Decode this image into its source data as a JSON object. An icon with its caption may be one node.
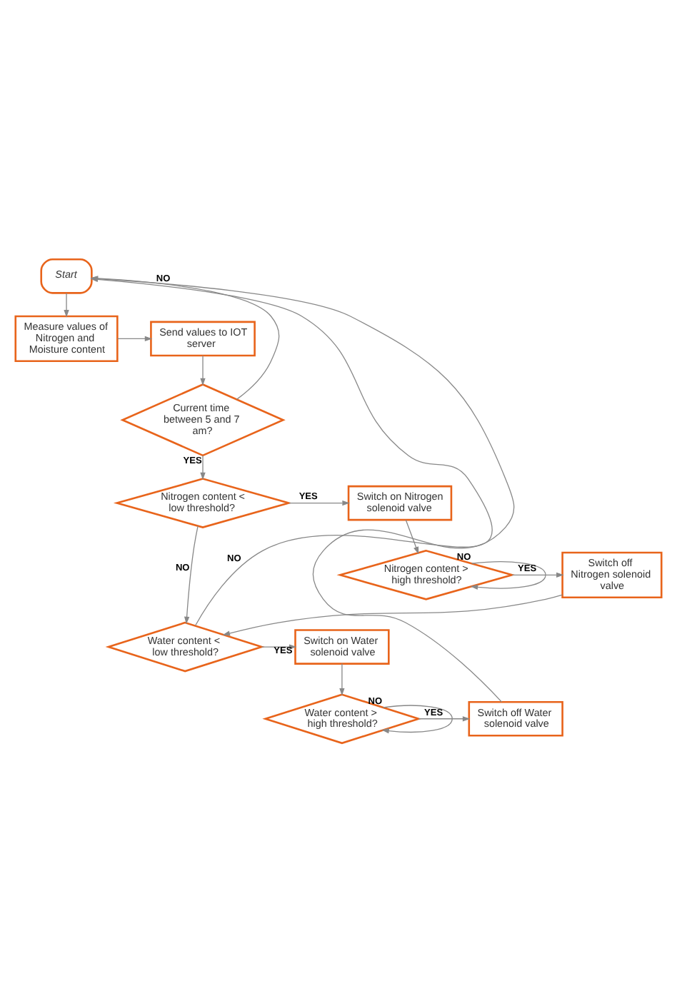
{
  "diagram": {
    "nodes": [
      {
        "text": [
          "Start"
        ]
      },
      {
        "text": [
          "Measure values of Nitrogen and Moisture content"
        ]
      },
      {
        "text": [
          "Send values to IOT server"
        ]
      },
      {
        "text": [
          "Current time between 5 and 7 am?"
        ]
      },
      {
        "text": [
          "Nitrogen content < low threshold?"
        ]
      },
      {
        "text": [
          "Switch on Nitrogen solenoid valve"
        ]
      },
      {
        "text": [
          "Nitrogen content >  high threshold?"
        ]
      },
      {
        "text": [
          "Switch off Nitrogen solenoid valve"
        ]
      },
      {
        "text": [
          "Water content < low threshold?"
        ]
      },
      {
        "text": [
          "Switch on Water solenoid valve"
        ]
      },
      {
        "text": [
          "Water content > high threshold?"
        ]
      },
      {
        "text": [
          "Switch off Water solenoid valve"
        ]
      }
    ],
    "edges": [
      {
        "from": 0,
        "to": 1,
        "arrow": "to"
      },
      {
        "from": 1,
        "to": 2,
        "arrow": "to"
      },
      {
        "from": 2,
        "to": 3,
        "arrow": "to"
      },
      {
        "from": 3,
        "to": 0,
        "arrow": "to",
        "label": "NO"
      },
      {
        "from": 3,
        "to": 4,
        "arrow": "to",
        "label": "YES"
      },
      {
        "from": 4,
        "to": 5,
        "arrow": "to",
        "label": "YES"
      },
      {
        "from": 4,
        "to": 8,
        "arrow": "to",
        "label": "NO"
      },
      {
        "from": 5,
        "to": 6,
        "arrow": "to"
      },
      {
        "from": 6,
        "to": 7,
        "arrow": "to",
        "label": "YES"
      },
      {
        "from": 6,
        "to": 6,
        "arrow": "to",
        "label": "NO"
      },
      {
        "from": 7,
        "to": 8,
        "arrow": "to"
      },
      {
        "from": 8,
        "to": 9,
        "arrow": "to",
        "label": "YES"
      },
      {
        "from": 8,
        "to": 0,
        "arrow": "to",
        "label": "NO"
      },
      {
        "from": 9,
        "to": 10,
        "arrow": "to"
      },
      {
        "from": 10,
        "to": 11,
        "arrow": "to",
        "label": "YES"
      },
      {
        "from": 10,
        "to": 10,
        "arrow": "to",
        "label": "NO"
      },
      {
        "from": 11,
        "to": 0,
        "arrow": "to"
      }
    ]
  }
}
